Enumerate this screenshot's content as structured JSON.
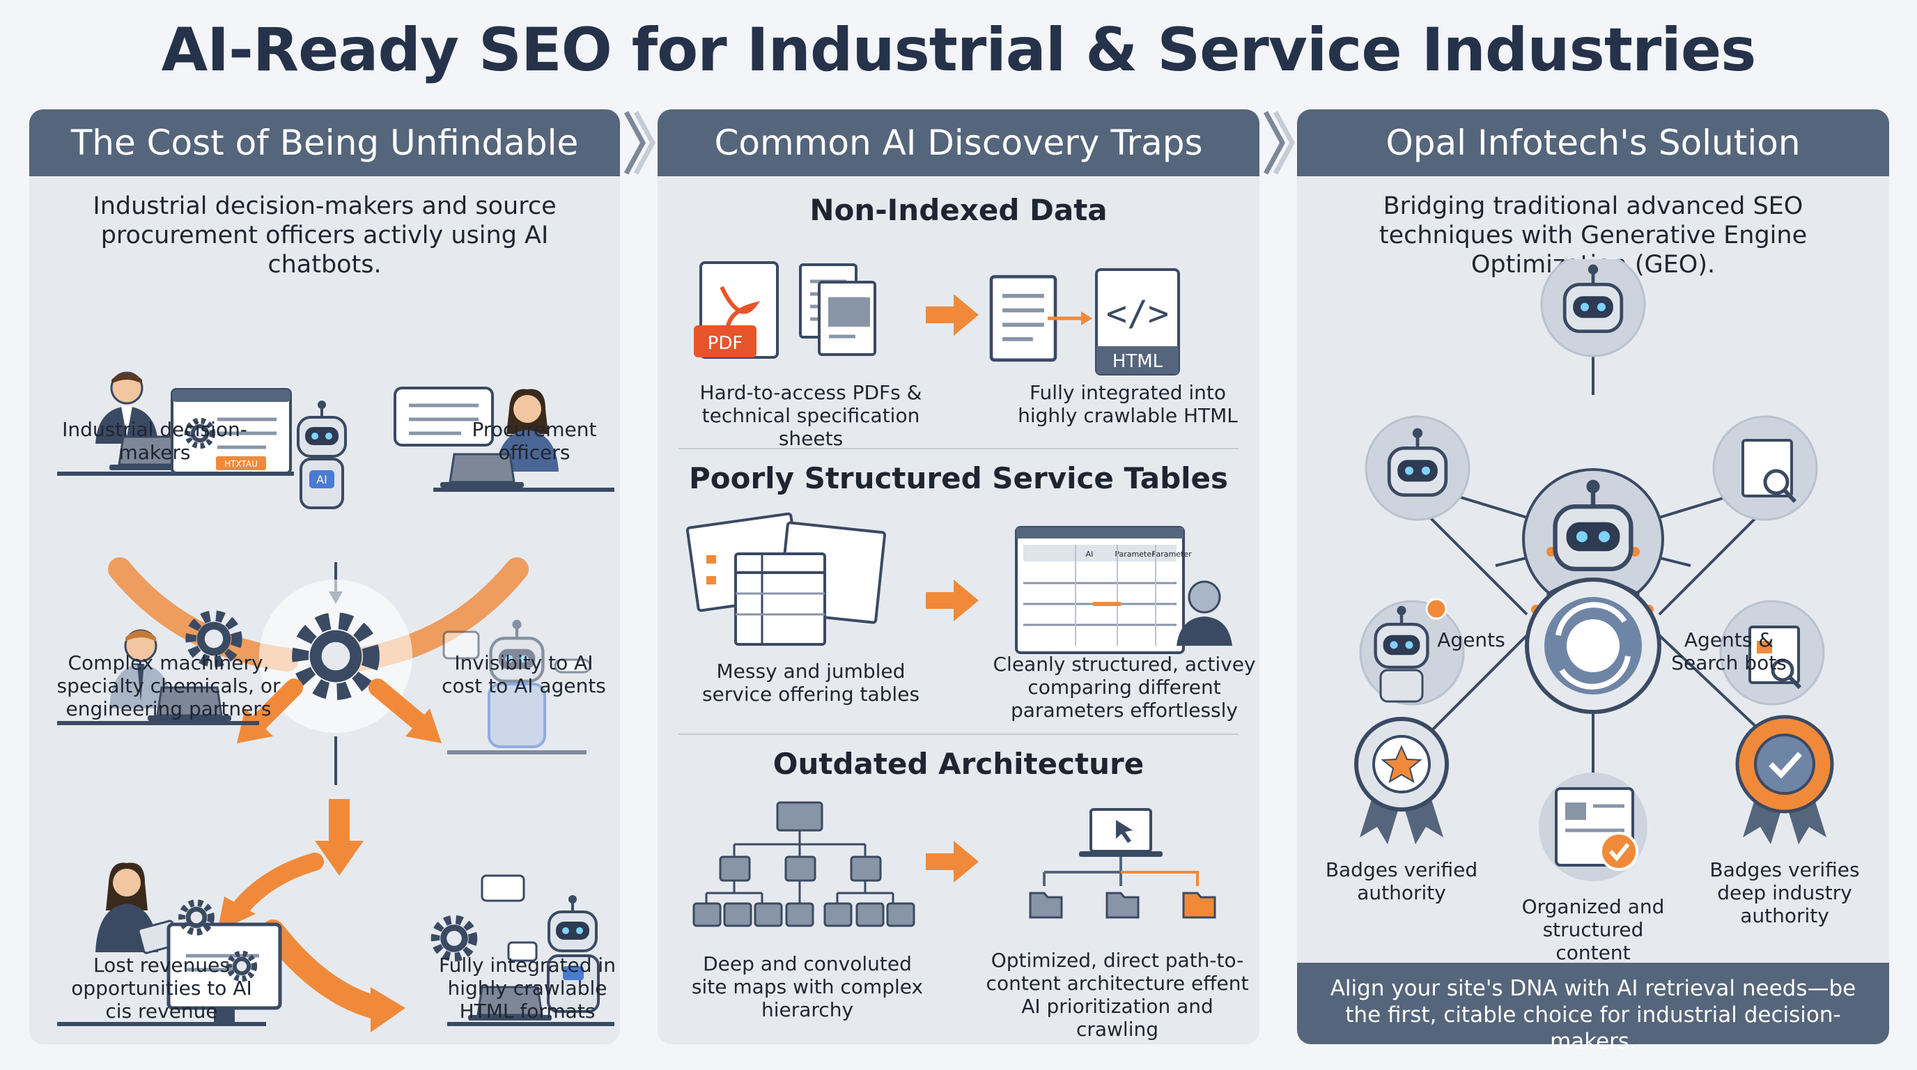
{
  "title": "AI-Ready SEO for Industrial & Service Industries",
  "colors": {
    "header_bg": "#55657b",
    "panel_bg": "#e6eaef",
    "accent": "#f08a3a",
    "icon_dark": "#3b4a63"
  },
  "panel1": {
    "header": "The Cost of Being Unfindable",
    "intro": "Industrial decision-makers and source procurement officers activly using AI chatbots.",
    "labels": {
      "decision_makers": "Industrial decision-makers",
      "procurement": "Procurement officers",
      "machinery": "Complex machinery, specialty chemicals, or engineering partners",
      "invisibility": "Invisibity to AI cost to AI agents",
      "lost_revenue": "Lost revenues opportunities to AI cis revenue",
      "integrated": "Fully integrated in highly crawlable HTML formats"
    },
    "screen_tag": "HTXTAU",
    "robot_badge": "AI"
  },
  "panel2": {
    "header": "Common AI Discovery Traps",
    "sections": [
      {
        "title": "Non-Indexed Data",
        "before": "Hard-to-access PDFs & technical specification sheets",
        "after": "Fully integrated into highly crawlable HTML",
        "before_badge": "PDF",
        "after_badge": "HTML"
      },
      {
        "title": "Poorly Structured Service Tables",
        "before": "Messy and jumbled service offering tables",
        "after": "Cleanly structured, activey comparing different parameters effortlessly",
        "table_headers": [
          "AI",
          "Parameter",
          "Parameter"
        ]
      },
      {
        "title": "Outdated Architecture",
        "before": "Deep and convoluted site maps with complex hierarchy",
        "after": "Optimized, direct path-to-content architecture effent AI prioritization and crawling"
      }
    ]
  },
  "panel3": {
    "header": "Opal Infotech's Solution",
    "intro": "Bridging traditional advanced SEO techniques with Generative Engine Optimization (GEO).",
    "labels": {
      "agents": "Agents",
      "agents_search": "Agents & Search bots",
      "badges_authority": "Badges verified authority",
      "organized": "Organized and structured content",
      "badges_deep": "Badges verifies deep industry authority"
    },
    "footer": "Align your site's DNA with AI retrieval needs—be the first, citable choice for industrial decision-makers."
  }
}
